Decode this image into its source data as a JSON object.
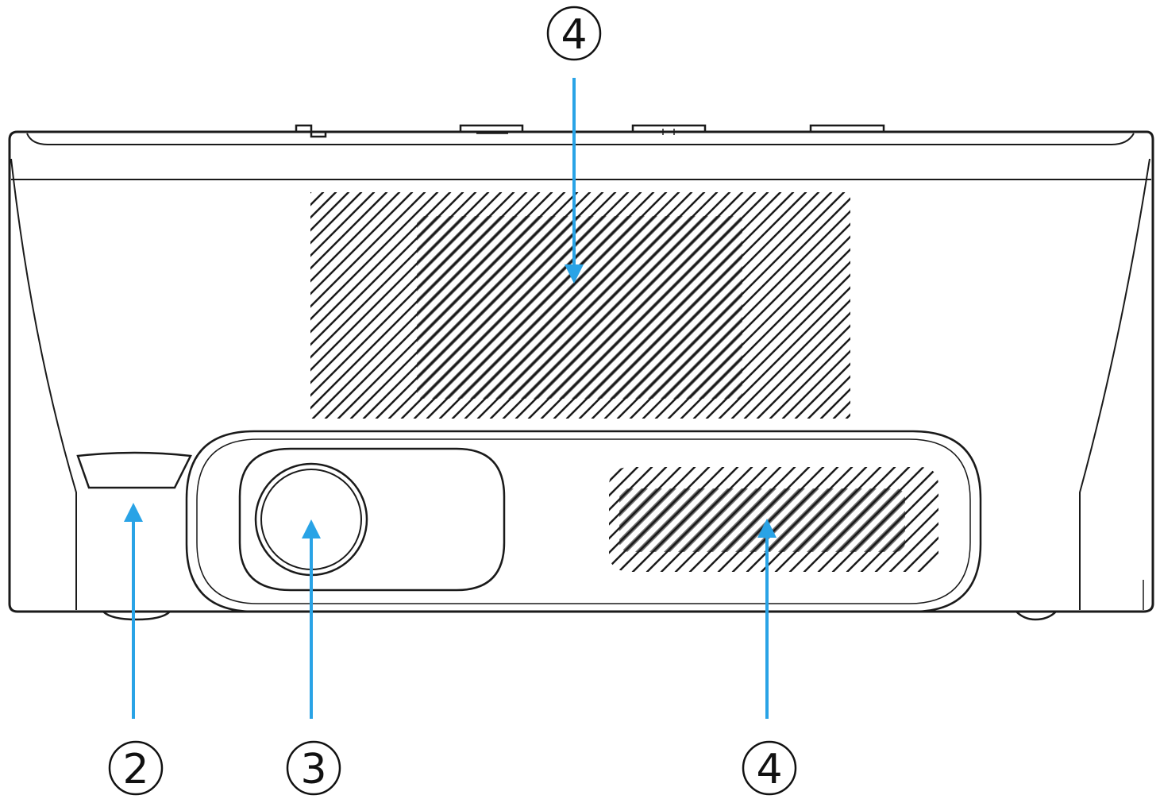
{
  "callouts": [
    {
      "label": "4"
    },
    {
      "label": "2"
    },
    {
      "label": "3"
    },
    {
      "label": "4"
    }
  ],
  "colors": {
    "outline": "#1a1a1a",
    "arrow": "#29a3e6",
    "vent_fill": "#707070",
    "background": "#ffffff"
  },
  "icons": [
    "projector-front-view",
    "vent-grille",
    "projection-lens",
    "sensor-window"
  ]
}
